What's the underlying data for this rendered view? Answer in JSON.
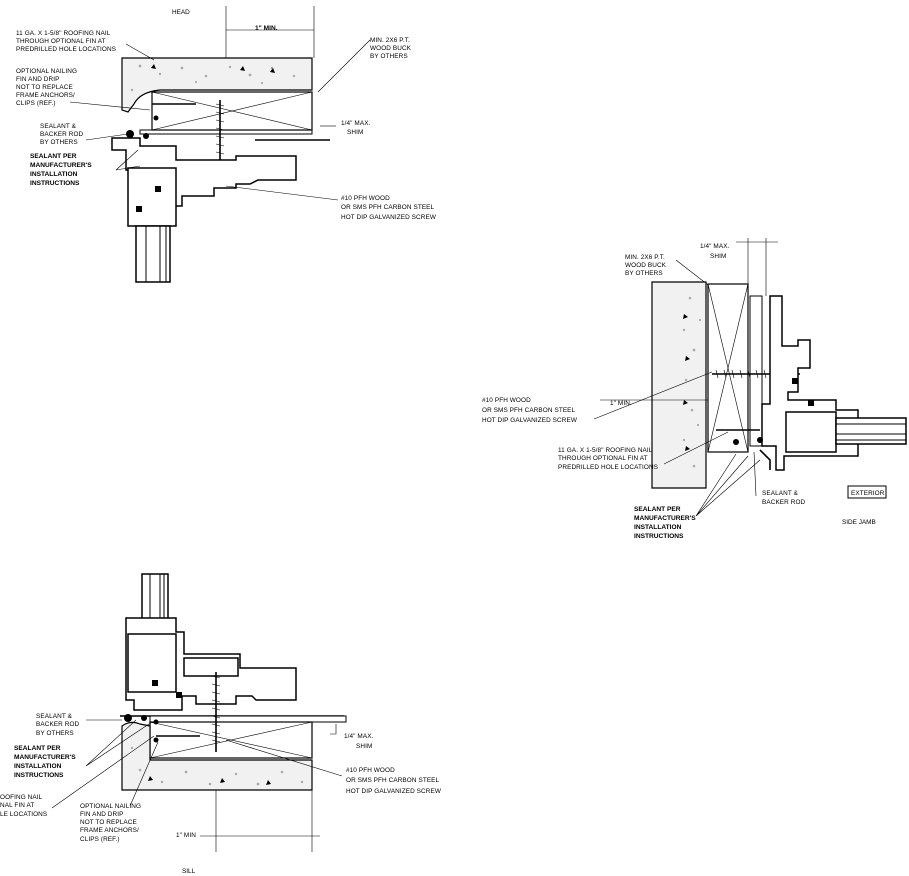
{
  "head": {
    "title": "HEAD",
    "min_gap": "1\" MIN.",
    "nail": [
      "11 GA. X 1-5/8\" ROOFING NAIL",
      "THROUGH OPTIONAL FIN AT",
      "PREDRILLED HOLE LOCATIONS"
    ],
    "nailing_fin": [
      "OPTIONAL NAILING",
      "FIN AND DRIP",
      "NOT TO REPLACE",
      "FRAME ANCHORS/",
      "CLIPS (REF.)"
    ],
    "sealant_backer": [
      "SEALANT &",
      "BACKER ROD",
      "BY OTHERS"
    ],
    "sealant_per": [
      "SEALANT PER",
      "MANUFACTURER'S",
      "INSTALLATION",
      "INSTRUCTIONS"
    ],
    "buck": [
      "MIN. 2X6 P.T.",
      "WOOD BUCK",
      "BY OTHERS"
    ],
    "shim": [
      "1/4\" MAX.",
      "SHIM"
    ],
    "screw": [
      "#10 PFH WOOD",
      "OR SMS PFH CARBON STEEL",
      "HOT DIP GALVANIZED SCREW"
    ]
  },
  "jamb": {
    "title": "SIDE JAMB",
    "exterior": "EXTERIOR",
    "shim": [
      "1/4\" MAX.",
      "SHIM"
    ],
    "buck": [
      "MIN. 2X6 P.T.",
      "WOOD BUCK",
      "BY OTHERS"
    ],
    "screw": [
      "#10 PFH WOOD",
      "OR SMS PFH CARBON STEEL",
      "HOT DIP GALVANIZED SCREW"
    ],
    "min_gap": "1\" MIN.",
    "nail": [
      "11 GA. X 1-5/8\" ROOFING NAIL",
      "THROUGH OPTIONAL FIN AT",
      "PREDRILLED HOLE LOCATIONS"
    ],
    "sealant_backer": [
      "SEALANT &",
      "BACKER ROD"
    ],
    "sealant_per": [
      "SEALANT PER",
      "MANUFACTURER'S",
      "INSTALLATION",
      "INSTRUCTIONS"
    ]
  },
  "sill": {
    "title": "SILL",
    "sealant_backer": [
      "SEALANT &",
      "BACKER ROD",
      "BY OTHERS"
    ],
    "sealant_per": [
      "SEALANT PER",
      "MANUFACTURER'S",
      "INSTALLATION",
      "INSTRUCTIONS"
    ],
    "nail_cut": [
      "OOFING NAIL",
      "NAL FIN AT",
      "LE LOCATIONS"
    ],
    "nailing_fin": [
      "OPTIONAL NAILING",
      "FIN AND DRIP",
      "NOT TO REPLACE",
      "FRAME ANCHORS/",
      "CLIPS (REF.)"
    ],
    "shim": [
      "1/4\" MAX.",
      "SHIM"
    ],
    "screw": [
      "#10 PFH WOOD",
      "OR SMS PFH CARBON STEEL",
      "HOT DIP GALVANIZED SCREW"
    ],
    "min_gap": "1\" MIN"
  }
}
